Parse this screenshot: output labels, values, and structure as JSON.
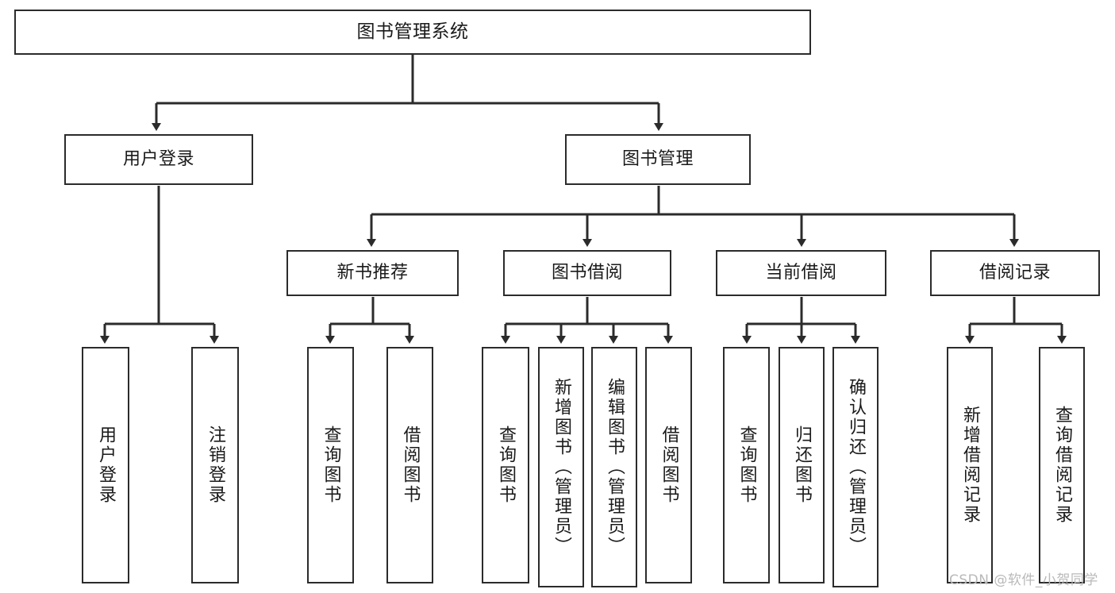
{
  "diagram": {
    "type": "tree",
    "title": "图书管理系统",
    "orientation": "top-down",
    "colors": {
      "box_border": "#2b2b2b",
      "box_fill": "#ffffff",
      "edge": "#2b2b2b",
      "text": "#1a1a1a",
      "watermark": "#b9b9b9"
    },
    "root": {
      "label": "图书管理系统"
    },
    "level2": [
      {
        "label": "用户登录"
      },
      {
        "label": "图书管理"
      }
    ],
    "level3": [
      {
        "label": "新书推荐"
      },
      {
        "label": "图书借阅"
      },
      {
        "label": "当前借阅"
      },
      {
        "label": "借阅记录"
      }
    ],
    "leaves": {
      "user_login": [
        {
          "label": "用户登录"
        },
        {
          "label": "注销登录"
        }
      ],
      "new_book_recommend": [
        {
          "label": "查询图书"
        },
        {
          "label": "借阅图书"
        }
      ],
      "book_borrow": [
        {
          "label": "查询图书"
        },
        {
          "label": "新增图书（管理员）"
        },
        {
          "label": "编辑图书（管理员）"
        },
        {
          "label": "借阅图书"
        }
      ],
      "current_borrow": [
        {
          "label": "查询图书"
        },
        {
          "label": "归还图书"
        },
        {
          "label": "确认归还（管理员）"
        }
      ],
      "borrow_record": [
        {
          "label": "新增借阅记录"
        },
        {
          "label": "查询借阅记录"
        }
      ]
    }
  },
  "watermark": {
    "text": "CSDN @软件_小贺同学"
  }
}
